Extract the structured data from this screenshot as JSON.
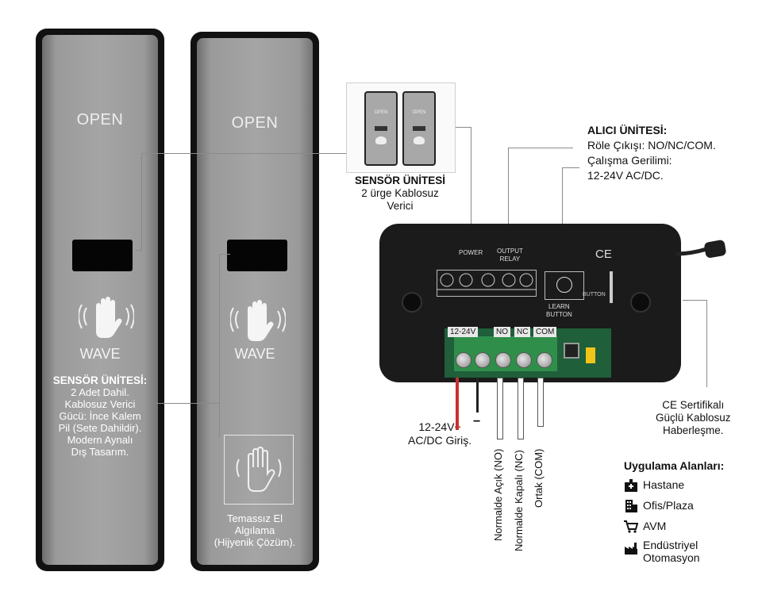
{
  "sensor": {
    "open_label": "OPEN",
    "wave_label": "WAVE",
    "left_note": [
      "SENSÖR ÜNİTESİ:",
      "2 Adet Dahil.",
      "Kablosuz Verici",
      "Gücü: İnce Kalem",
      "Pil (Sete Dahildir).",
      "Modern Aynalı",
      "Dış Tasarım."
    ],
    "right_note": [
      "Temassız El",
      "Algılama",
      "(Hijyenik Çözüm)."
    ]
  },
  "sensor_unit_callout": {
    "title": "SENSÖR ÜNİTESİ",
    "lines": [
      "2 ürge Kablosuz",
      "Verici"
    ],
    "thumb_open": "OPEN"
  },
  "receiver_callout": {
    "title": "ALICI ÜNİTESİ:",
    "lines": [
      "Röle Çıkışı: NO/NC/COM.",
      "Çalışma Gerilimi:",
      "12-24V AC/DC."
    ]
  },
  "receiver": {
    "ce_mark": "CE",
    "power_label": "POWER",
    "output_label": "OUTPUT",
    "relay_label": "RELAY",
    "learn_label": "LEARN",
    "button_label": "BUTTON",
    "button_arrow_label": "BUTTON",
    "terminals": [
      "12-24V",
      "NO",
      "NC",
      "COM"
    ]
  },
  "wiring": {
    "power_input": [
      "12-24V",
      "AC/DC Giriş."
    ],
    "plus": "+",
    "minus": "−",
    "wires": [
      "Normalde Açık (NO)",
      "Normalde Kapalı (NC)",
      "Ortak (COM)"
    ]
  },
  "ce_callout": [
    "CE Sertifikalı",
    "Güçlü Kablosuz",
    "Haberleşme."
  ],
  "applications": {
    "title": "Uygulama Alanları:",
    "items": [
      {
        "label": "Hastane",
        "icon": "hospital-icon"
      },
      {
        "label": "Ofis/Plaza",
        "icon": "office-building-icon"
      },
      {
        "label": "AVM",
        "icon": "shopping-cart-icon"
      },
      {
        "label": "Endüstriyel",
        "icon": "factory-icon"
      }
    ],
    "last_line2": "Otomasyon"
  }
}
